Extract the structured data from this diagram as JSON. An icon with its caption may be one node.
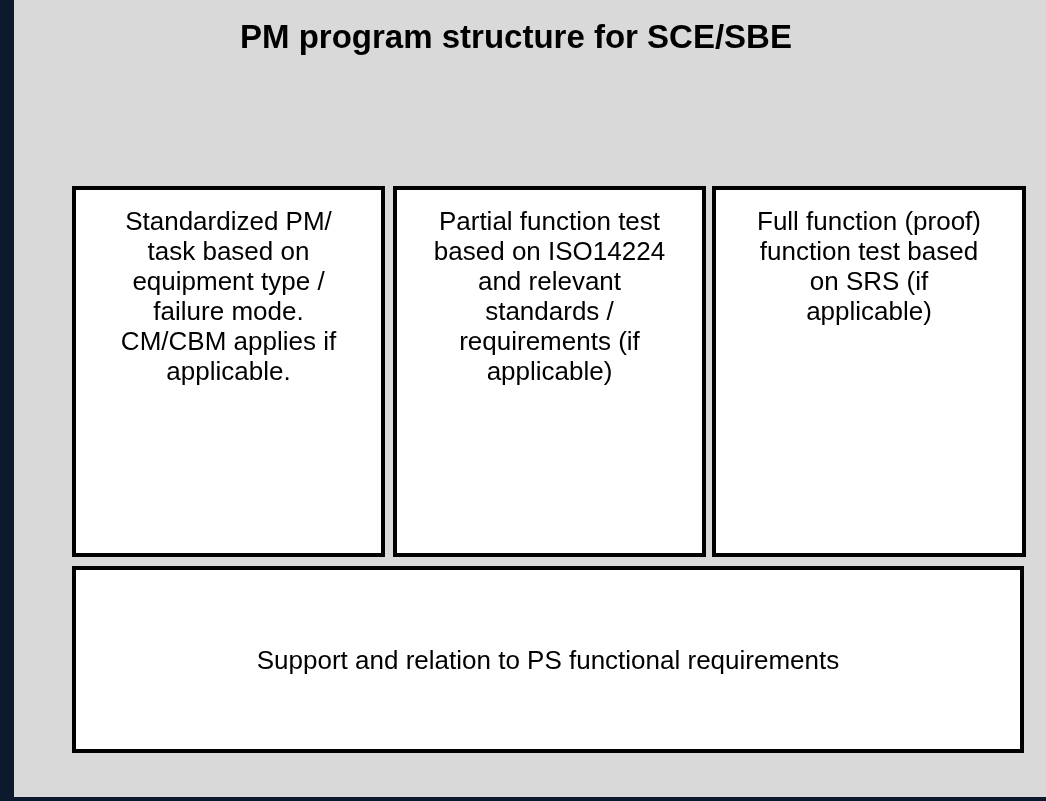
{
  "diagram": {
    "title": "PM program structure for SCE/SBE",
    "nodes": [
      {
        "text": [
          "Standardized PM/ task based on equipment type / failure mode. CM/CBM applies if applicable."
        ]
      },
      {
        "text": [
          "Partial function test based on ISO14224 and relevant standards / requirements (if applicable)"
        ]
      },
      {
        "text": [
          "Full function (proof) function test based on SRS (if applicable)"
        ]
      },
      {
        "text": [
          "Support and relation to PS functional requirements"
        ]
      }
    ]
  }
}
